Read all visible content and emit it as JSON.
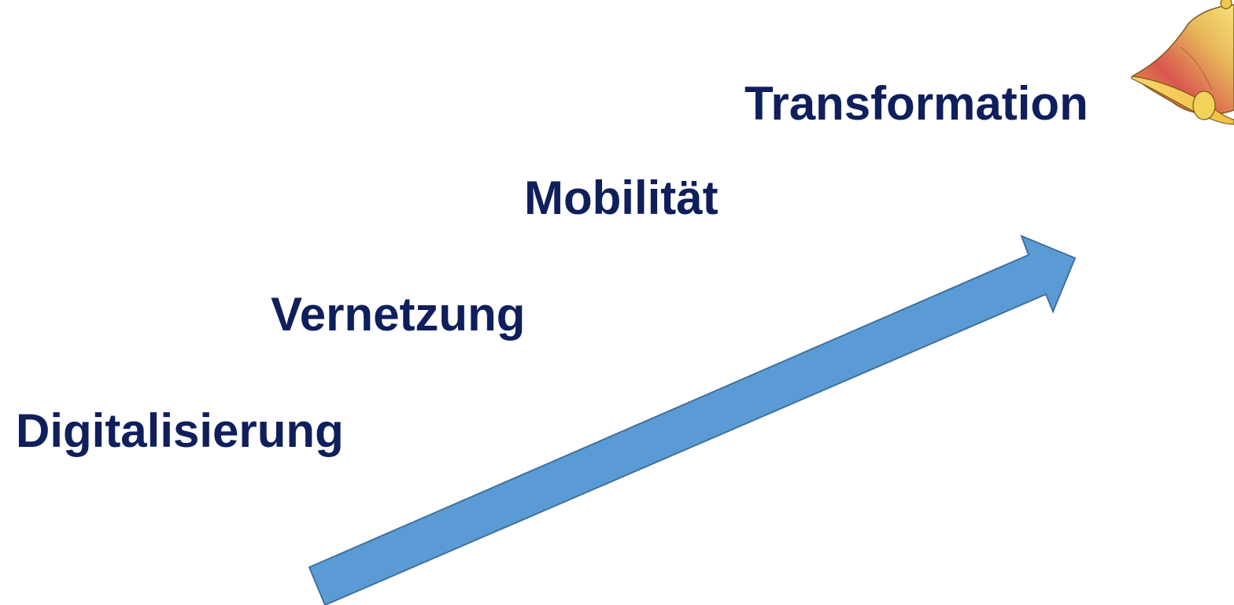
{
  "steps": [
    {
      "label": "Digitalisierung"
    },
    {
      "label": "Vernetzung"
    },
    {
      "label": "Mobilität"
    },
    {
      "label": "Transformation"
    }
  ],
  "colors": {
    "text": "#0f1f5c",
    "arrow_fill": "#5b9bd5",
    "arrow_stroke": "#41719c",
    "bell_light": "#f6e27a",
    "bell_mid": "#e8b85a",
    "bell_dark": "#d9574f"
  },
  "icons": {
    "trend": "arrow-up-right-icon",
    "bell": "bell-icon"
  }
}
